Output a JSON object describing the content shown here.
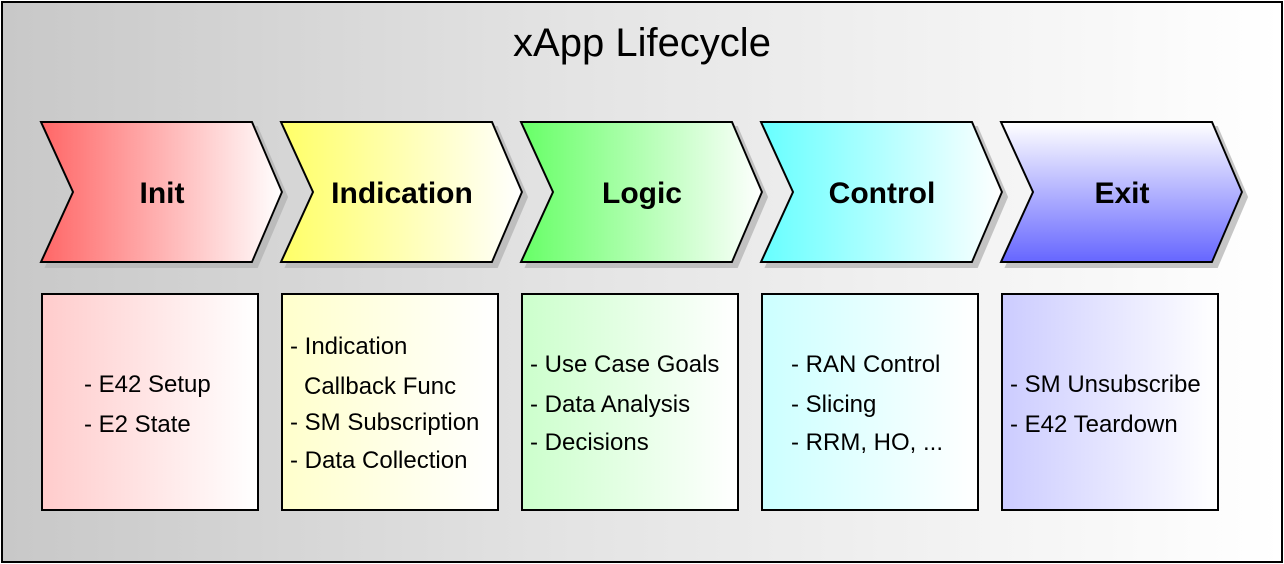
{
  "title": "xApp Lifecycle",
  "stages": [
    {
      "label": "Init",
      "gradient": [
        "#ff6666",
        "#ffffff"
      ],
      "box_gradient": [
        "#ffcccc",
        "#ffffff"
      ],
      "items": [
        "- E42 Setup",
        "- E2 State"
      ]
    },
    {
      "label": "Indication",
      "gradient": [
        "#ffff66",
        "#ffffff"
      ],
      "box_gradient": [
        "#ffffcc",
        "#ffffff"
      ],
      "items": [
        "- Indication",
        "Callback Func",
        "- SM Subscription",
        "- Data Collection"
      ]
    },
    {
      "label": "Logic",
      "gradient": [
        "#66ff66",
        "#ffffff"
      ],
      "box_gradient": [
        "#ccffcc",
        "#ffffff"
      ],
      "items": [
        "- Use Case Goals",
        "- Data Analysis",
        "- Decisions"
      ]
    },
    {
      "label": "Control",
      "gradient": [
        "#66ffff",
        "#ffffff"
      ],
      "box_gradient": [
        "#ccffff",
        "#ffffff"
      ],
      "items": [
        "- RAN Control",
        "- Slicing",
        "- RRM, HO, ..."
      ]
    },
    {
      "label": "Exit",
      "gradient": [
        "#ffffff",
        "#6666ff"
      ],
      "gradient_direction": "vertical",
      "box_gradient": [
        "#ccccff",
        "#ffffff"
      ],
      "items": [
        "- SM Unsubscribe",
        "- E42 Teardown"
      ]
    }
  ]
}
